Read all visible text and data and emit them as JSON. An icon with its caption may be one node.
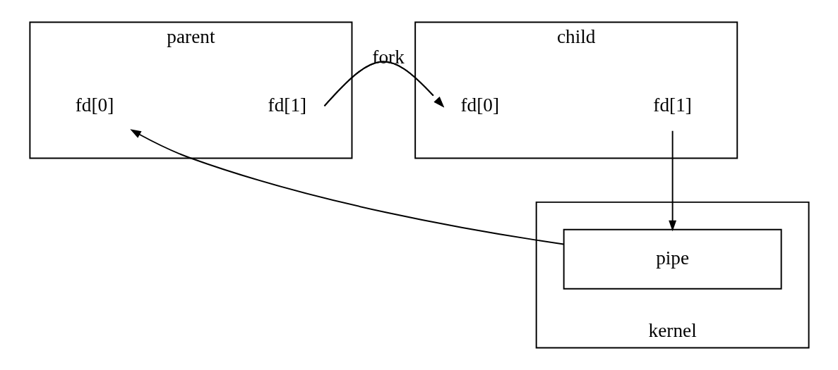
{
  "diagram": {
    "nodes": [
      {
        "text": [
          "parent"
        ]
      },
      {
        "text": [
          "fd[0]"
        ],
        "in": 0
      },
      {
        "text": [
          "fd[1]"
        ],
        "in": 0
      },
      {
        "text": [
          "child"
        ]
      },
      {
        "text": [
          "fd[0]"
        ],
        "in": 3
      },
      {
        "text": [
          "fd[1]"
        ],
        "in": 3
      },
      {
        "text": [
          "kernel"
        ]
      },
      {
        "text": [
          "pipe"
        ],
        "in": 6
      }
    ],
    "edges": [
      {
        "from": 0,
        "to": 3,
        "arrow": "to",
        "label": "fork"
      },
      {
        "from": 5,
        "to": 7,
        "arrow": "to"
      },
      {
        "from": 7,
        "to": 1,
        "arrow": "to"
      }
    ]
  }
}
